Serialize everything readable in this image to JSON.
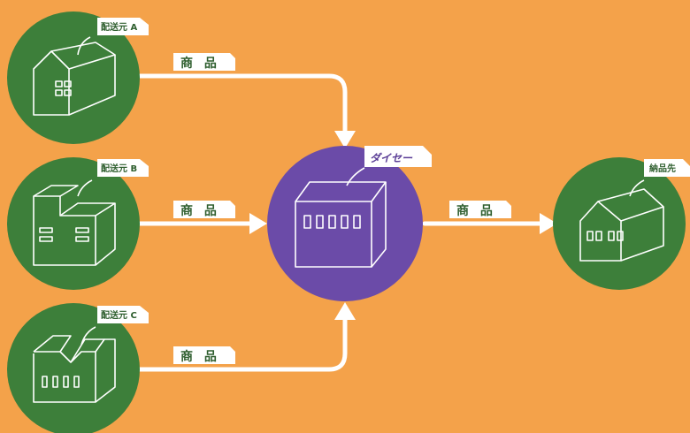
{
  "diagram": {
    "sources": [
      {
        "label": "配送元 A"
      },
      {
        "label": "配送元 B"
      },
      {
        "label": "配送元 C"
      }
    ],
    "hub": {
      "label": "ダイセー"
    },
    "destination": {
      "label": "納品先"
    },
    "flow_labels": [
      "商 品",
      "商 品",
      "商 品",
      "商 品"
    ]
  },
  "colors": {
    "background": "#F4A24A",
    "node_green": "#3D7F3A",
    "node_purple": "#6B4BA8",
    "line": "#FFFFFF"
  }
}
